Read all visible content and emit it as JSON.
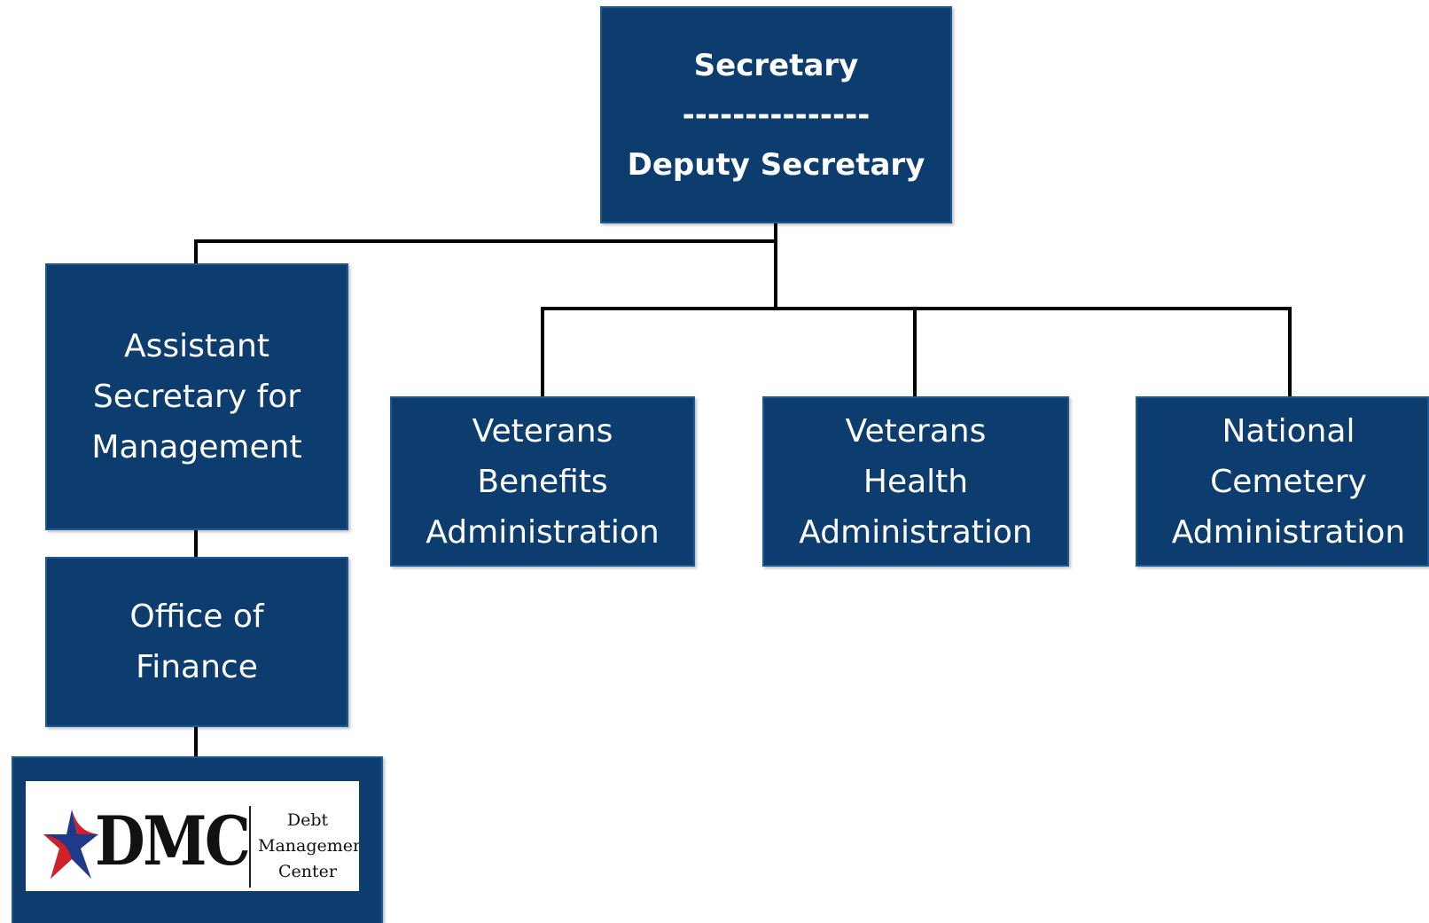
{
  "top_box": {
    "title": "Secretary",
    "separator": "---------------",
    "subtitle": "Deputy Secretary"
  },
  "assistant_secretary": {
    "label": "Assistant\nSecretary for\nManagement"
  },
  "office_of_finance": {
    "label": "Office of\nFinance"
  },
  "vba": {
    "label": "Veterans\nBenefits\nAdministration"
  },
  "vha": {
    "label": "Veterans\nHealth\nAdministration"
  },
  "nca": {
    "label": "National\nCemetery\nAdministration"
  },
  "dmc_logo": {
    "mark": "DMC",
    "subtitle": "Debt\nManagement\nCenter",
    "icon": "star-icon"
  },
  "colors": {
    "box_fill": "#0d3d6e",
    "box_border": "#1c5a95",
    "connector": "#000000",
    "logo_star_blue": "#1f3a8a",
    "logo_star_red": "#d0202a"
  }
}
